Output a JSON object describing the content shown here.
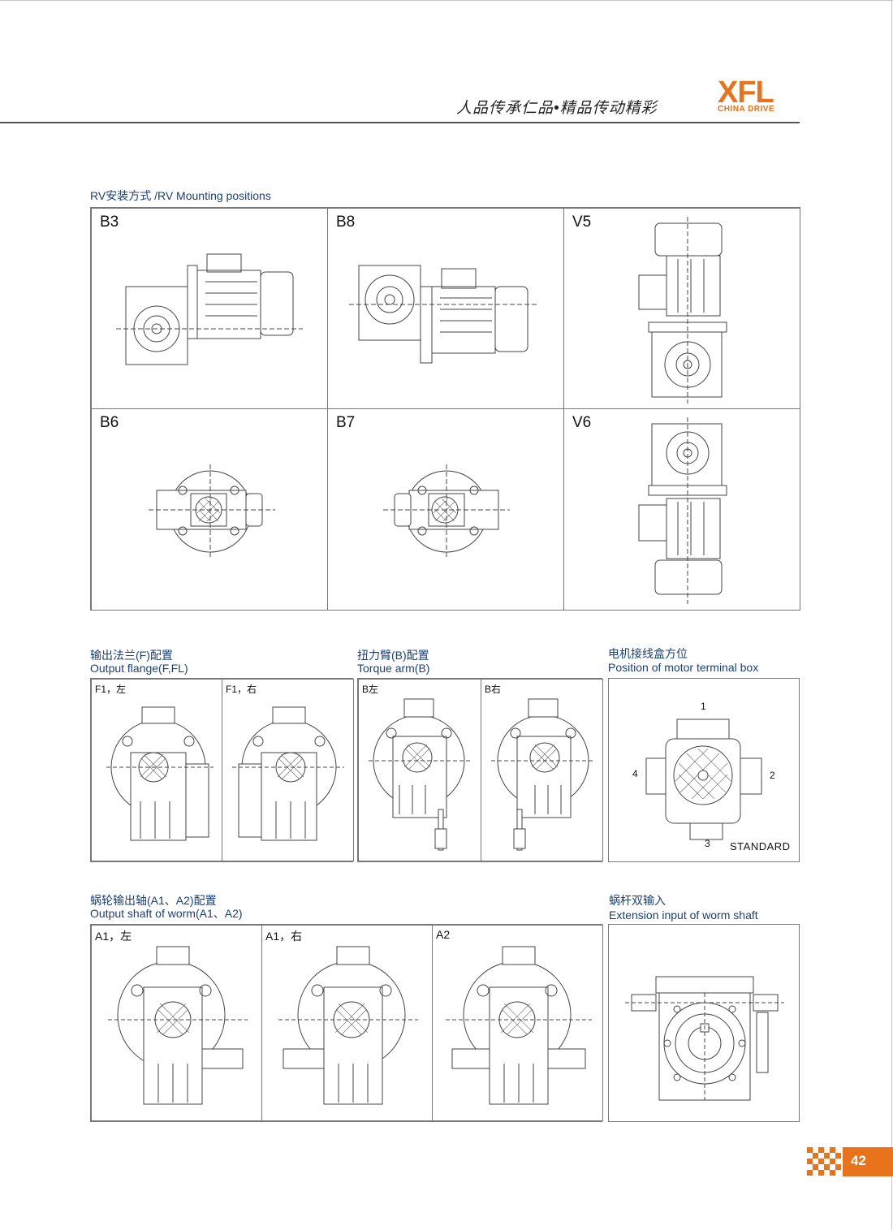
{
  "header": {
    "slogan": "人品传承仁品•精品传动精彩",
    "logo_main": "XFL",
    "logo_sub": "CHINA DRIVE",
    "brand_color": "#e8731a"
  },
  "mounting": {
    "title": "RV安装方式 /RV Mounting positions",
    "positions": [
      "B3",
      "B8",
      "V5",
      "B6",
      "B7",
      "V6"
    ]
  },
  "flange": {
    "title_cn": "输出法兰(F)配置",
    "title_en": "Output flange(F,FL)",
    "left": "F1，左",
    "right": "F1，右"
  },
  "torque": {
    "title_cn": "扭力臂(B)配置",
    "title_en": "Torque arm(B)",
    "left": "B左",
    "right": "B右"
  },
  "terminal": {
    "title_cn": "电机接线盒方位",
    "title_en": "Position of motor terminal box",
    "n1": "1",
    "n2": "2",
    "n3": "3",
    "n4": "4",
    "standard": "STANDARD"
  },
  "shaft": {
    "title_cn": "蜗轮输出轴(A1、A2)配置",
    "title_en": "Output shaft of worm(A1、A2)",
    "a1_left": "A1，左",
    "a1_right": "A1，右",
    "a2": "A2"
  },
  "extension": {
    "title_cn": "蜗杆双输入",
    "title_en": "Extension input of worm shaft"
  },
  "page": {
    "number": "42"
  }
}
